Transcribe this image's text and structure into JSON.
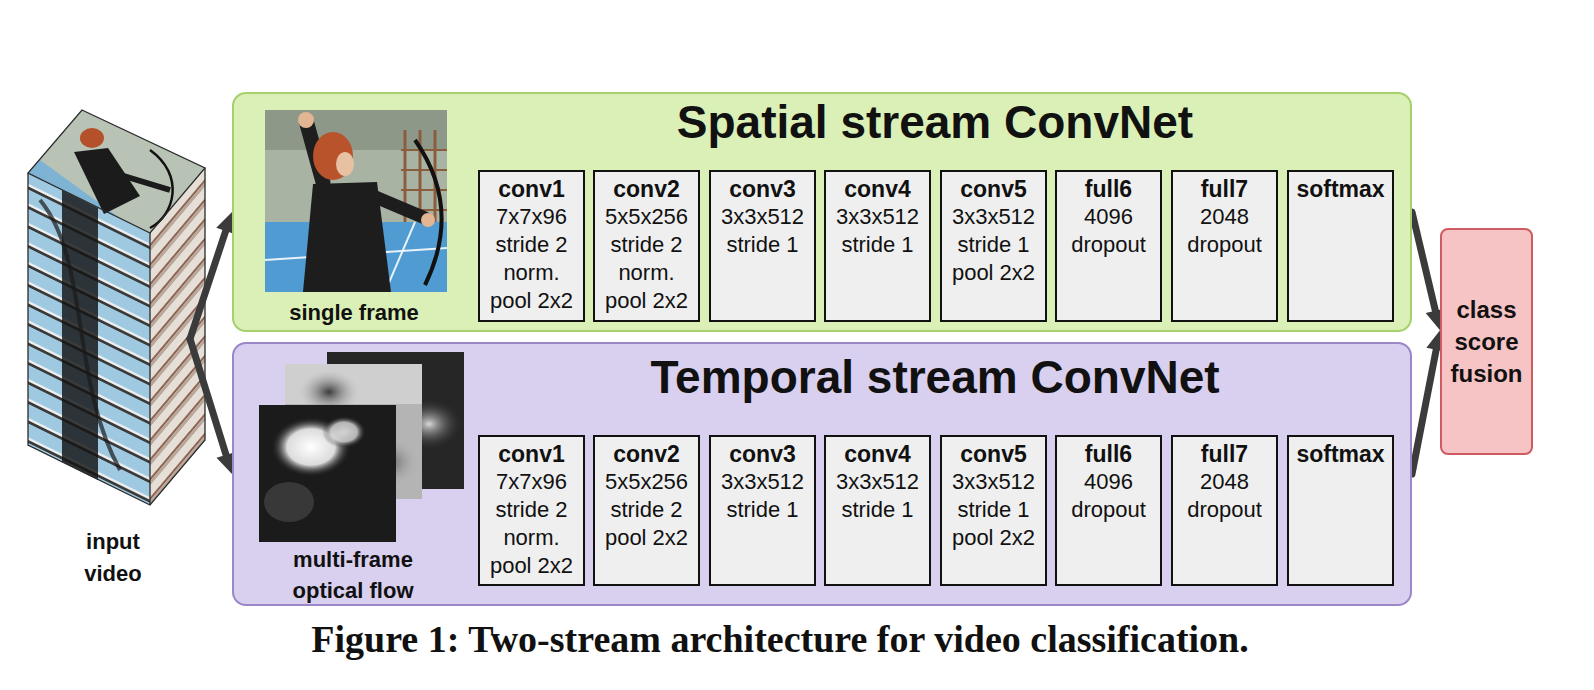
{
  "diagram": {
    "caption": "Figure 1: Two-stream architecture for video classification.",
    "nodes": [
      {
        "text": [
          "input video"
        ]
      },
      {
        "text": [
          "Spatial stream ConvNet"
        ]
      },
      {
        "text": [
          "conv1",
          "7x7x96 stride 2 norm. pool 2x2"
        ],
        "in": 1
      },
      {
        "text": [
          "conv2",
          "5x5x256 stride 2 norm. pool 2x2"
        ],
        "in": 1
      },
      {
        "text": [
          "conv3",
          "3x3x512 stride 1"
        ],
        "in": 1
      },
      {
        "text": [
          "conv4",
          "3x3x512 stride 1"
        ],
        "in": 1
      },
      {
        "text": [
          "conv5",
          "3x3x512 stride 1 pool 2x2"
        ],
        "in": 1
      },
      {
        "text": [
          "full6",
          "4096 dropout"
        ],
        "in": 1
      },
      {
        "text": [
          "full7",
          "2048 dropout"
        ],
        "in": 1
      },
      {
        "text": [
          "softmax"
        ],
        "in": 1
      },
      {
        "text": [
          "Temporal stream ConvNet"
        ]
      },
      {
        "text": [
          "conv1",
          "7x7x96 stride 2 norm. pool 2x2"
        ],
        "in": 10
      },
      {
        "text": [
          "conv2",
          "5x5x256 stride 2 pool 2x2"
        ],
        "in": 10
      },
      {
        "text": [
          "conv3",
          "3x3x512 stride 1"
        ],
        "in": 10
      },
      {
        "text": [
          "conv4",
          "3x3x512 stride 1"
        ],
        "in": 10
      },
      {
        "text": [
          "conv5",
          "3x3x512 stride 1 pool 2x2"
        ],
        "in": 10
      },
      {
        "text": [
          "full6",
          "4096 dropout"
        ],
        "in": 10
      },
      {
        "text": [
          "full7",
          "2048 dropout"
        ],
        "in": 10
      },
      {
        "text": [
          "softmax"
        ],
        "in": 10
      },
      {
        "text": [
          "class score fusion"
        ]
      }
    ],
    "edges": [
      {
        "from": 0,
        "to": 1,
        "arrow": "to"
      },
      {
        "from": 0,
        "to": 10,
        "arrow": "to"
      },
      {
        "from": 1,
        "to": 19,
        "arrow": "to"
      },
      {
        "from": 10,
        "to": 19,
        "arrow": "to"
      }
    ],
    "labels": [
      "single frame",
      "multi-frame optical flow"
    ]
  }
}
